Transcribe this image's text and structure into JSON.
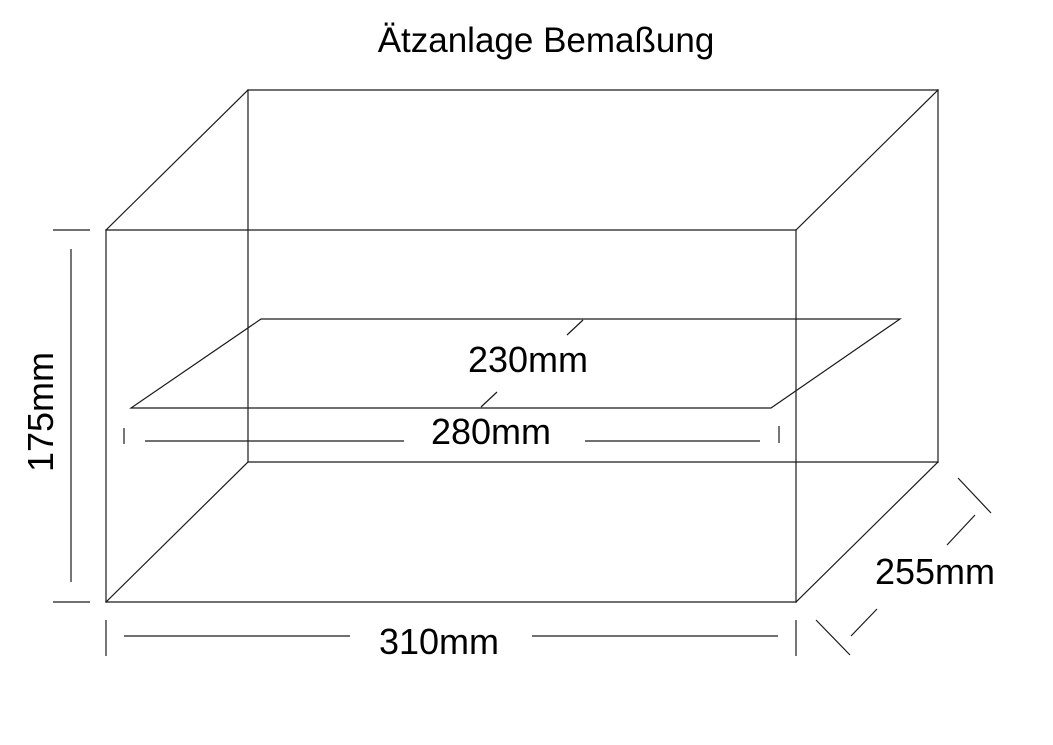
{
  "title": "Ätzanlage Bemaßung",
  "dimensions": {
    "height": "175mm",
    "width": "310mm",
    "depth": "255mm",
    "plate_width": "280mm",
    "plate_depth": "230mm"
  }
}
